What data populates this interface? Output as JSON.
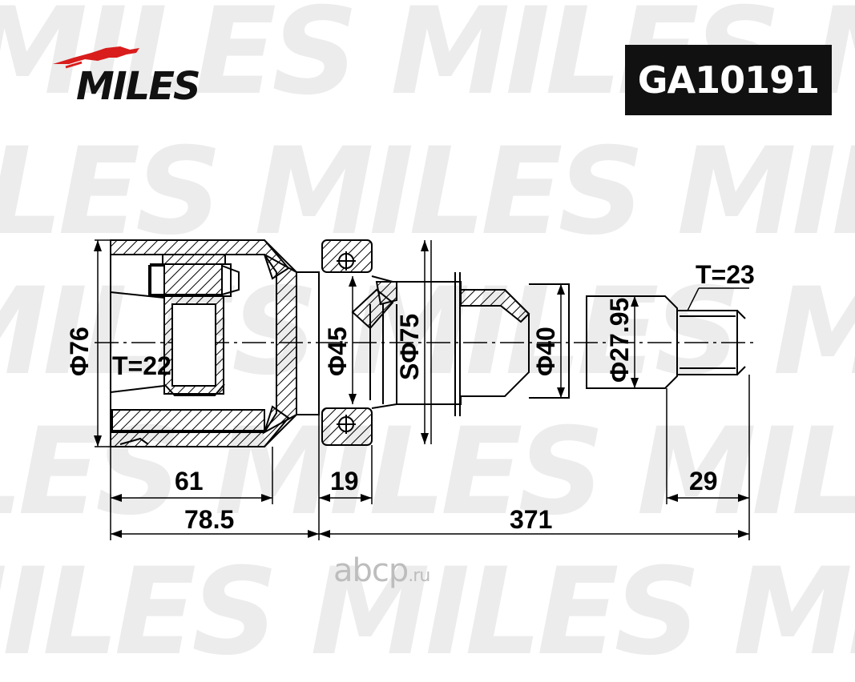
{
  "brand": {
    "name": "MILES",
    "logo_icon": "horse-logo-icon",
    "logo_color": "#d91c1c"
  },
  "part_number": "GA10191",
  "watermark": {
    "text": "MILES MILES MILES"
  },
  "dimensions": {
    "d76": "Φ76",
    "t22": "T=22",
    "d45": "Φ45",
    "sd75": "SΦ75",
    "d40": "Φ40",
    "d27_95": "Φ27.95",
    "t23": "T=23",
    "len61": "61",
    "len19": "19",
    "len29": "29",
    "len78_5": "78.5",
    "len371": "371"
  },
  "footer": {
    "site": "аbcp",
    "tld": ".ru"
  },
  "colors": {
    "line": "#000000",
    "hatch": "#000000",
    "watermark": "#ececec",
    "box": "#111111"
  }
}
